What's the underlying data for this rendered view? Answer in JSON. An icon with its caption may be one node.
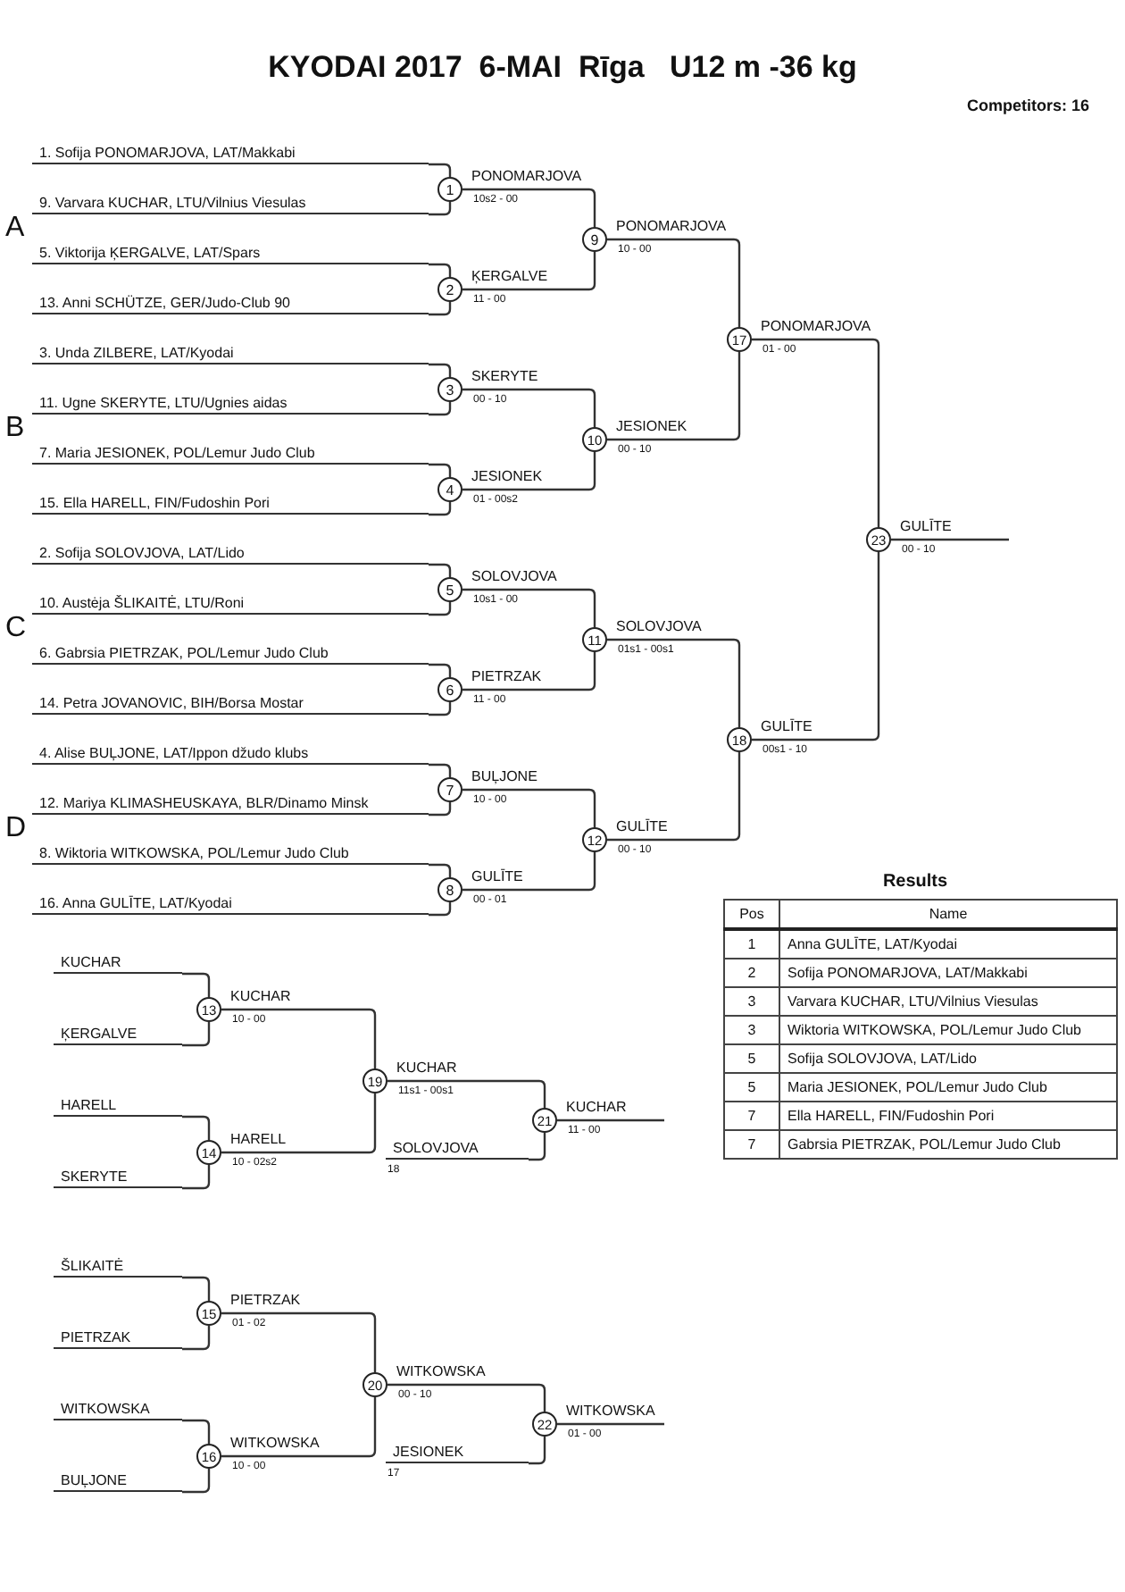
{
  "diagram": {
    "title": "KYODAI 2017  6-MAI  Rīga   U12 m -36 kg",
    "nodes": [
      {
        "text": [
          "1. Sofija PONOMARJOVA, LAT/Makkabi"
        ]
      },
      {
        "text": [
          "9. Varvara KUCHAR, LTU/Vilnius Viesulas"
        ]
      },
      {
        "text": [
          "5. Viktorija ĶERGALVE, LAT/Spars"
        ]
      },
      {
        "text": [
          "13. Anni  SCHÜTZE, GER/Judo-Club 90"
        ]
      },
      {
        "text": [
          "3. Unda ZILBERE, LAT/Kyodai"
        ]
      },
      {
        "text": [
          "11. Ugne SKERYTE, LTU/Ugnies aidas"
        ]
      },
      {
        "text": [
          "7. Maria JESIONEK, POL/Lemur Judo Club"
        ]
      },
      {
        "text": [
          "15. Ella HARELL, FIN/Fudoshin Pori"
        ]
      },
      {
        "text": [
          "2. Sofija SOLOVJOVA, LAT/Lido"
        ]
      },
      {
        "text": [
          "10. Austėja ŠLIKAITĖ, LTU/Roni"
        ]
      },
      {
        "text": [
          "6. Gabrsia PIETRZAK, POL/Lemur Judo Club"
        ]
      },
      {
        "text": [
          "14. Petra JOVANOVIC, BIH/Borsa Mostar"
        ]
      },
      {
        "text": [
          "4. Alise BUĻJONE, LAT/Ippon džudo klubs"
        ]
      },
      {
        "text": [
          "12. Mariya KLIMASHEUSKAYA, BLR/Dinamo Minsk"
        ]
      },
      {
        "text": [
          "8. Wiktoria WITKOWSKA, POL/Lemur Judo Club"
        ]
      },
      {
        "text": [
          "16. Anna GULĪTE, LAT/Kyodai"
        ]
      },
      {
        "text": [
          "1"
        ],
        "beside": [
          "PONOMARJOVA",
          "10s2 - 00"
        ]
      },
      {
        "text": [
          "2"
        ],
        "beside": [
          "ĶERGALVE",
          "11 - 00"
        ]
      },
      {
        "text": [
          "3"
        ],
        "beside": [
          "SKERYTE",
          "00 - 10"
        ]
      },
      {
        "text": [
          "4"
        ],
        "beside": [
          "JESIONEK",
          "01 - 00s2"
        ]
      },
      {
        "text": [
          "5"
        ],
        "beside": [
          "SOLOVJOVA",
          "10s1 - 00"
        ]
      },
      {
        "text": [
          "6"
        ],
        "beside": [
          "PIETRZAK",
          "11 - 00"
        ]
      },
      {
        "text": [
          "7"
        ],
        "beside": [
          "BUĻJONE",
          "10 - 00"
        ]
      },
      {
        "text": [
          "8"
        ],
        "beside": [
          "GULĪTE",
          "00 - 01"
        ]
      },
      {
        "text": [
          "9"
        ],
        "beside": [
          "PONOMARJOVA",
          "10 - 00"
        ]
      },
      {
        "text": [
          "10"
        ],
        "beside": [
          "JESIONEK",
          "00 - 10"
        ]
      },
      {
        "text": [
          "11"
        ],
        "beside": [
          "SOLOVJOVA",
          "01s1 - 00s1"
        ]
      },
      {
        "text": [
          "12"
        ],
        "beside": [
          "GULĪTE",
          "00 - 10"
        ]
      },
      {
        "text": [
          "13"
        ],
        "beside": [
          "KUCHAR",
          "10 - 00"
        ]
      },
      {
        "text": [
          "14"
        ],
        "beside": [
          "HARELL",
          "10 - 02s2"
        ]
      },
      {
        "text": [
          "15"
        ],
        "beside": [
          "PIETRZAK",
          "01 - 02"
        ]
      },
      {
        "text": [
          "16"
        ],
        "beside": [
          "WITKOWSKA",
          "10 - 00"
        ]
      },
      {
        "text": [
          "17"
        ],
        "beside": [
          "PONOMARJOVA",
          "01 - 00"
        ]
      },
      {
        "text": [
          "18"
        ],
        "beside": [
          "GULĪTE",
          "00s1 - 10"
        ]
      },
      {
        "text": [
          "19"
        ],
        "beside": [
          "KUCHAR",
          "11s1 - 00s1"
        ]
      },
      {
        "text": [
          "20"
        ],
        "beside": [
          "WITKOWSKA",
          "00 - 10"
        ]
      },
      {
        "text": [
          "21"
        ],
        "beside": [
          "KUCHAR",
          "11 - 00"
        ]
      },
      {
        "text": [
          "22"
        ],
        "beside": [
          "WITKOWSKA",
          "01 - 00"
        ]
      },
      {
        "text": [
          "23"
        ],
        "beside": [
          "GULĪTE",
          "00 - 10"
        ]
      },
      {
        "text": [
          "KUCHAR"
        ]
      },
      {
        "text": [
          "ĶERGALVE"
        ]
      },
      {
        "text": [
          "HARELL"
        ]
      },
      {
        "text": [
          "SKERYTE"
        ]
      },
      {
        "text": [
          "SOLOVJOVA"
        ],
        "beside": [
          "18"
        ]
      },
      {
        "text": [
          "ŠLIKAITĖ"
        ]
      },
      {
        "text": [
          "PIETRZAK"
        ]
      },
      {
        "text": [
          "WITKOWSKA"
        ]
      },
      {
        "text": [
          "BUĻJONE"
        ]
      },
      {
        "text": [
          "JESIONEK"
        ],
        "beside": [
          "17"
        ]
      }
    ],
    "edges": [
      {
        "from": 0,
        "to": 16,
        "arrow": "none"
      },
      {
        "from": 1,
        "to": 16,
        "arrow": "none"
      },
      {
        "from": 2,
        "to": 17,
        "arrow": "none"
      },
      {
        "from": 3,
        "to": 17,
        "arrow": "none"
      },
      {
        "from": 4,
        "to": 18,
        "arrow": "none"
      },
      {
        "from": 5,
        "to": 18,
        "arrow": "none"
      },
      {
        "from": 6,
        "to": 19,
        "arrow": "none"
      },
      {
        "from": 7,
        "to": 19,
        "arrow": "none"
      },
      {
        "from": 8,
        "to": 20,
        "arrow": "none"
      },
      {
        "from": 9,
        "to": 20,
        "arrow": "none"
      },
      {
        "from": 10,
        "to": 21,
        "arrow": "none"
      },
      {
        "from": 11,
        "to": 21,
        "arrow": "none"
      },
      {
        "from": 12,
        "to": 22,
        "arrow": "none"
      },
      {
        "from": 13,
        "to": 22,
        "arrow": "none"
      },
      {
        "from": 14,
        "to": 23,
        "arrow": "none"
      },
      {
        "from": 15,
        "to": 23,
        "arrow": "none"
      },
      {
        "from": 16,
        "to": 24,
        "arrow": "none"
      },
      {
        "from": 17,
        "to": 24,
        "arrow": "none"
      },
      {
        "from": 18,
        "to": 25,
        "arrow": "none"
      },
      {
        "from": 19,
        "to": 25,
        "arrow": "none"
      },
      {
        "from": 20,
        "to": 26,
        "arrow": "none"
      },
      {
        "from": 21,
        "to": 26,
        "arrow": "none"
      },
      {
        "from": 22,
        "to": 27,
        "arrow": "none"
      },
      {
        "from": 23,
        "to": 27,
        "arrow": "none"
      },
      {
        "from": 24,
        "to": 32,
        "arrow": "none"
      },
      {
        "from": 25,
        "to": 32,
        "arrow": "none"
      },
      {
        "from": 26,
        "to": 33,
        "arrow": "none"
      },
      {
        "from": 27,
        "to": 33,
        "arrow": "none"
      },
      {
        "from": 32,
        "to": 38,
        "arrow": "none"
      },
      {
        "from": 33,
        "to": 38,
        "arrow": "none"
      },
      {
        "from": 38,
        "to": null,
        "arrow": "none"
      },
      {
        "from": 39,
        "to": 28,
        "arrow": "none"
      },
      {
        "from": 40,
        "to": 28,
        "arrow": "none"
      },
      {
        "from": 41,
        "to": 29,
        "arrow": "none"
      },
      {
        "from": 42,
        "to": 29,
        "arrow": "none"
      },
      {
        "from": 28,
        "to": 34,
        "arrow": "none"
      },
      {
        "from": 29,
        "to": 34,
        "arrow": "none"
      },
      {
        "from": 34,
        "to": 36,
        "arrow": "none"
      },
      {
        "from": 43,
        "to": 36,
        "arrow": "none"
      },
      {
        "from": 36,
        "to": null,
        "arrow": "none"
      },
      {
        "from": 44,
        "to": 30,
        "arrow": "none"
      },
      {
        "from": 45,
        "to": 30,
        "arrow": "none"
      },
      {
        "from": 46,
        "to": 31,
        "arrow": "none"
      },
      {
        "from": 47,
        "to": 31,
        "arrow": "none"
      },
      {
        "from": 30,
        "to": 35,
        "arrow": "none"
      },
      {
        "from": 31,
        "to": 35,
        "arrow": "none"
      },
      {
        "from": 35,
        "to": 37,
        "arrow": "none"
      },
      {
        "from": 48,
        "to": 37,
        "arrow": "none"
      },
      {
        "from": 37,
        "to": null,
        "arrow": "none"
      }
    ],
    "labels": [
      "A",
      "B",
      "C",
      "D",
      "Competitors: 16",
      "Results",
      "Pos",
      "Name",
      "1",
      "Anna GULĪTE, LAT/Kyodai",
      "2",
      "Sofija PONOMARJOVA, LAT/Makkabi",
      "3",
      "Varvara KUCHAR, LTU/Vilnius Viesulas",
      "3",
      "Wiktoria WITKOWSKA, POL/Lemur Judo Club",
      "5",
      "Sofija SOLOVJOVA, LAT/Lido",
      "5",
      "Maria JESIONEK, POL/Lemur Judo Club",
      "7",
      "Ella HARELL, FIN/Fudoshin Pori",
      "7",
      "Gabrsia PIETRZAK, POL/Lemur Judo Club"
    ]
  }
}
